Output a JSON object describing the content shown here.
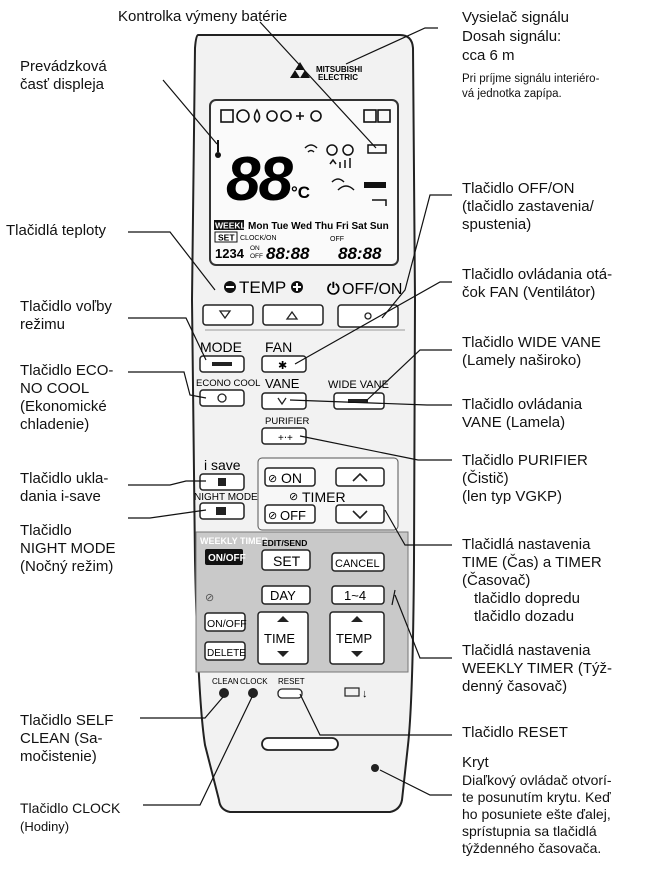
{
  "brand": {
    "name_line1": "MITSUBISHI",
    "name_line2": "ELECTRIC"
  },
  "display": {
    "big_digits": "88",
    "unit": "°C",
    "weekly_badge": "WEEKLY",
    "days": "Mon Tue Wed Thu Fri Sat Sun",
    "set_badge": "SET",
    "clock_on": "CLOCK/ON",
    "off_label": "OFF",
    "on_small": "ON",
    "off_small": "OFF",
    "program_numbers": "1234",
    "time1": "88:88",
    "time2": "88:88"
  },
  "remote": {
    "temp": "TEMP",
    "offon": "OFF/ON",
    "mode": "MODE",
    "econo": "ECONO COOL",
    "fan": "FAN",
    "vane": "VANE",
    "wide_vane": "WIDE VANE",
    "purifier": "PURIFIER",
    "isave": "i save",
    "night": "NIGHT MODE",
    "on": "ON",
    "timer": "TIMER",
    "off": "OFF",
    "weekly_timer": "WEEKLY TIMER",
    "weekly_onoff": "ON/OFF",
    "edit_send": "EDIT/SEND",
    "set": "SET",
    "cancel": "CANCEL",
    "day": "DAY",
    "range": "1~4",
    "onoff2": "ON/OFF",
    "time": "TIME",
    "temp2": "TEMP",
    "delete": "DELETE",
    "clean": "CLEAN",
    "clock": "CLOCK",
    "reset": "RESET"
  },
  "labels": {
    "battery": "Kontrolka výmeny batérie",
    "display_part": "Prevádzková\nčasť displeja",
    "temp_buttons": "Tlačidlá teploty",
    "mode_button": "Tlačidlo voľby\nrežimu",
    "econo_button": "Tlačidlo ECO-\nNO COOL\n(Ekonomické\nchladenie)",
    "isave_button": "Tlačidlo ukla-\ndania i-save",
    "night_button": "Tlačidlo\nNIGHT MODE\n(Nočný režim)",
    "clean_button": "Tlačidlo SELF\nCLEAN (Sa-\nmočistenie)",
    "clock_button": "Tlačidlo CLOCK",
    "clock_sub": "(Hodiny)",
    "signal_title": "Vysielač signálu\nDosah signálu:\ncca 6 m",
    "signal_note": "Pri príjme signálu interiéro-\nvá jednotka zapípa.",
    "offon_button": "Tlačidlo OFF/ON\n(tlačidlo zastavenia/\nspustenia)",
    "fan_button": "Tlačidlo ovládania otá-\nčok FAN (Ventilátor)",
    "wide_vane_button": "Tlačidlo WIDE VANE\n(Lamely naširoko)",
    "vane_button": "Tlačidlo ovládania\nVANE (Lamela)",
    "purifier_button": "Tlačidlo PURIFIER\n(Čistič)\n(len typ VGKP)",
    "time_timer_buttons": "Tlačidlá nastavenia\nTIME (Čas) a TIMER\n(Časovač)",
    "forward_back": "tlačidlo dopredu\ntlačidlo dozadu",
    "weekly_buttons": "Tlačidlá nastavenia\nWEEKLY TIMER (Týž-\ndenný časovač)",
    "reset_button": "Tlačidlo RESET",
    "cover_title": "Kryt",
    "cover_text": "Diaľkový ovládač otvorí-\nte posunutím krytu. Keď\nho posuniete ešte ďalej,\nsprístupnia sa tlačidlá\ntýždenného časovača."
  }
}
